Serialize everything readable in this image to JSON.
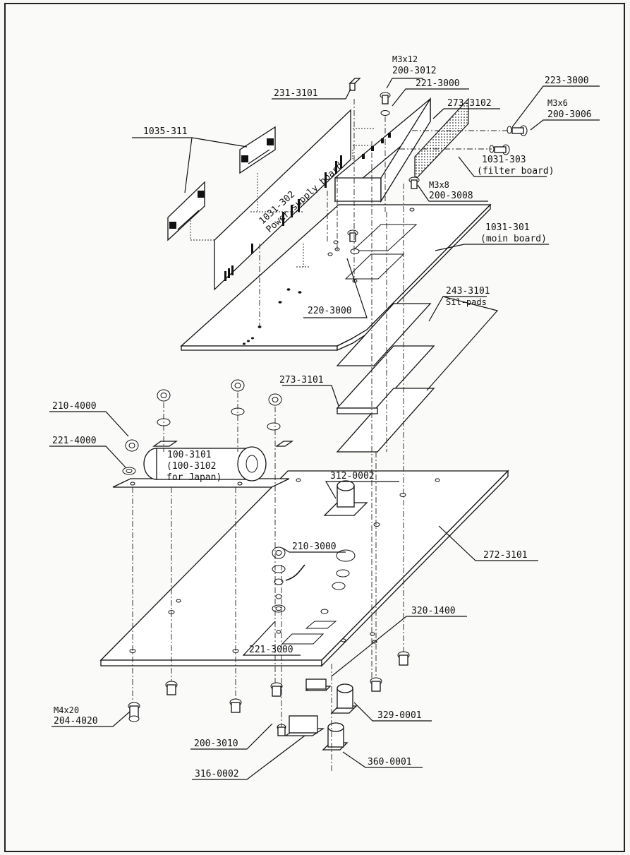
{
  "labels": {
    "l_231_3101": "231-3101",
    "l_m3x12": "M3x12",
    "l_200_3012": "200-3012",
    "l_221_3000_top": "221-3000",
    "l_273_3102": "273-3102",
    "l_223_3000": "223-3000",
    "l_m3x6": "M3x6",
    "l_200_3006": "200-3006",
    "l_1035_311": "1035-311",
    "l_1031_303": "1031-303",
    "l_filter_board": "(filter board)",
    "l_m3x8": "M3x8",
    "l_200_3008": "200-3008",
    "l_1031_302": "1031-302",
    "l_power_supply": "Power supply board",
    "l_1031_301": "1031-301",
    "l_main_board": "(moin board)",
    "l_220_3000": "220-3000",
    "l_243_3101": "243-3101",
    "l_sil_pads": "Sil-pads",
    "l_273_3101": "273-3101",
    "l_210_4000": "210-4000",
    "l_221_4000": "221-4000",
    "l_100_3101": "100-3101",
    "l_100_3102": "(100-3102",
    "l_for_japan": "for Japan)",
    "l_312_0002": "312-0002",
    "l_272_3101": "272-3101",
    "l_210_3000": "210-3000",
    "l_320_1400": "320-1400",
    "l_221_3000_bot": "221-3000",
    "l_m4x20": "M4x20",
    "l_204_4020": "204-4020",
    "l_329_0001": "329-0001",
    "l_200_3010": "200-3010",
    "l_316_0002": "316-0002",
    "l_360_0001": "360-0001"
  }
}
